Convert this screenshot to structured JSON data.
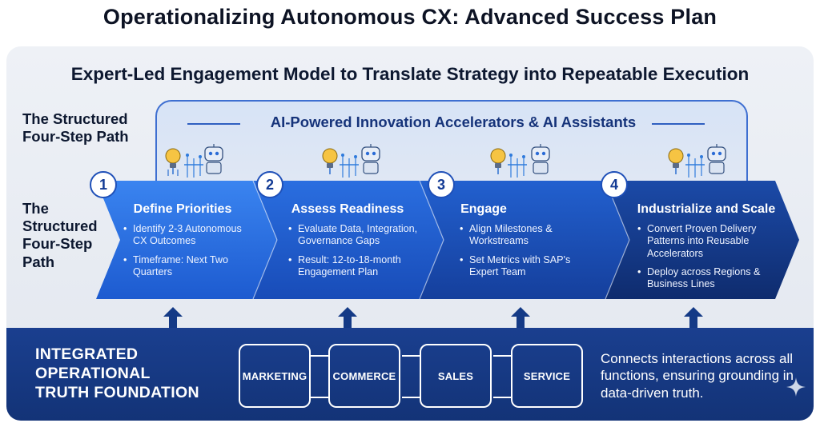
{
  "title": "Operationalizing  Autonomous CX: Advanced Success Plan",
  "subtitle": "Expert-Led Engagement Model to Translate Strategy into Repeatable Execution",
  "side_label_top": [
    "The Structured",
    "Four-Step Path"
  ],
  "side_label_left": [
    "The",
    "Structured",
    "Four-Step",
    "Path"
  ],
  "innovation_label": "AI-Powered Innovation Accelerators & AI Assistants",
  "steps": [
    {
      "number": "1",
      "title": "Define Priorities",
      "bullets": [
        "Identify 2-3 Autonomous CX Outcomes",
        "Timeframe: Next Two Quarters"
      ]
    },
    {
      "number": "2",
      "title": "Assess Readiness",
      "bullets": [
        "Evaluate Data, Integration, Governance Gaps",
        "Result: 12-to-18-month Engagement Plan"
      ]
    },
    {
      "number": "3",
      "title": "Engage",
      "bullets": [
        "Align Milestones & Workstreams",
        "Set Metrics with SAP's Expert Team"
      ]
    },
    {
      "number": "4",
      "title": "Industrialize and Scale",
      "bullets": [
        "Convert Proven Delivery Patterns into Reusable Accelerators",
        "Deploy across Regions & Business Lines"
      ]
    }
  ],
  "foundation": {
    "title_lines": [
      "INTEGRATED",
      "OPERATIONAL",
      "TRUTH FOUNDATION"
    ],
    "functions": [
      "MARKETING",
      "COMMERCE",
      "SALES",
      "SERVICE"
    ],
    "description": "Connects interactions across all functions, ensuring grounding in data-driven truth."
  },
  "icons": [
    "lightbulb-icon",
    "robot-icon",
    "up-arrow-icon",
    "sparkle-icon"
  ],
  "colors": {
    "chevron_1": "#2b6fe0",
    "chevron_2": "#1f5ccb",
    "chevron_3": "#1a4db0",
    "chevron_4": "#14357f",
    "foundation": "#163a86",
    "accent": "#f2b632"
  }
}
